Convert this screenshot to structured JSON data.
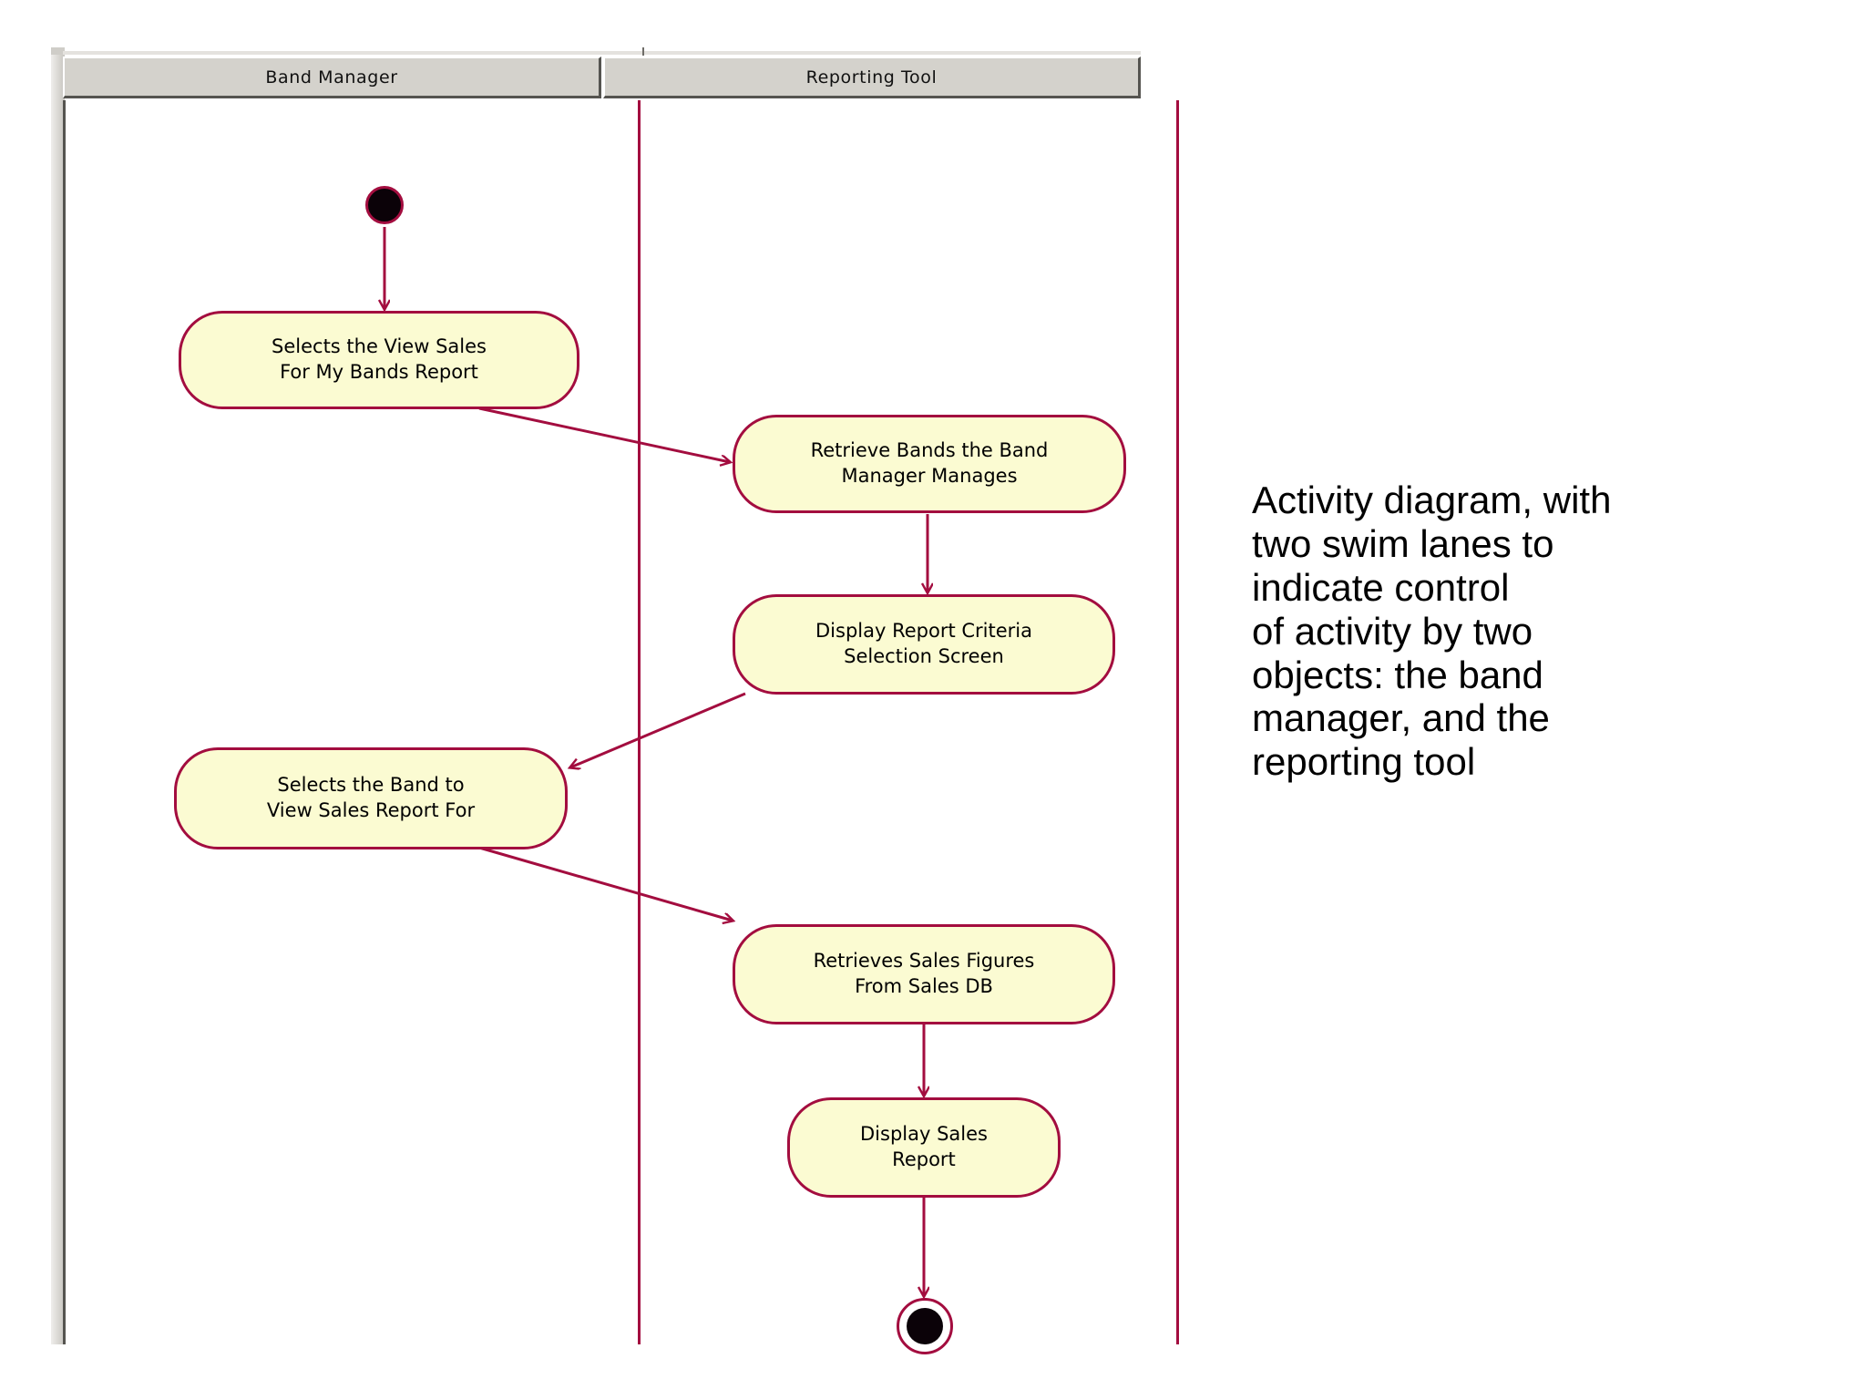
{
  "diagram": {
    "type": "uml-activity-diagram",
    "lanes": [
      {
        "id": "band-manager",
        "label": "Band Manager"
      },
      {
        "id": "reporting-tool",
        "label": "Reporting Tool"
      }
    ],
    "nodes": [
      {
        "id": "start",
        "kind": "initial-node",
        "lane": "band-manager",
        "label": ""
      },
      {
        "id": "select-view-sales",
        "kind": "activity",
        "lane": "band-manager",
        "label": "Selects the View Sales\nFor My Bands Report"
      },
      {
        "id": "retrieve-bands",
        "kind": "activity",
        "lane": "reporting-tool",
        "label": "Retrieve Bands the Band\nManager Manages"
      },
      {
        "id": "display-criteria",
        "kind": "activity",
        "lane": "reporting-tool",
        "label": "Display Report Criteria\nSelection Screen"
      },
      {
        "id": "select-band",
        "kind": "activity",
        "lane": "band-manager",
        "label": "Selects the Band to\nView Sales Report For"
      },
      {
        "id": "retrieve-figures",
        "kind": "activity",
        "lane": "reporting-tool",
        "label": "Retrieves Sales Figures\nFrom Sales DB"
      },
      {
        "id": "display-sales",
        "kind": "activity",
        "lane": "reporting-tool",
        "label": "Display Sales\nReport"
      },
      {
        "id": "end",
        "kind": "final-node",
        "lane": "reporting-tool",
        "label": ""
      }
    ],
    "edges": [
      {
        "from": "start",
        "to": "select-view-sales"
      },
      {
        "from": "select-view-sales",
        "to": "retrieve-bands"
      },
      {
        "from": "retrieve-bands",
        "to": "display-criteria"
      },
      {
        "from": "display-criteria",
        "to": "select-band"
      },
      {
        "from": "select-band",
        "to": "retrieve-figures"
      },
      {
        "from": "retrieve-figures",
        "to": "display-sales"
      },
      {
        "from": "display-sales",
        "to": "end"
      }
    ],
    "colors": {
      "node_fill": "#fbfbd2",
      "node_stroke": "#a30d3f",
      "edge": "#a30d3f",
      "lane_header_bg": "#d4d2cc",
      "text": "#000000",
      "canvas": "#ffffff"
    }
  },
  "caption": {
    "text": "Activity diagram, with\ntwo swim lanes to\nindicate control\nof activity by two\nobjects: the band\nmanager, and the\nreporting tool"
  }
}
